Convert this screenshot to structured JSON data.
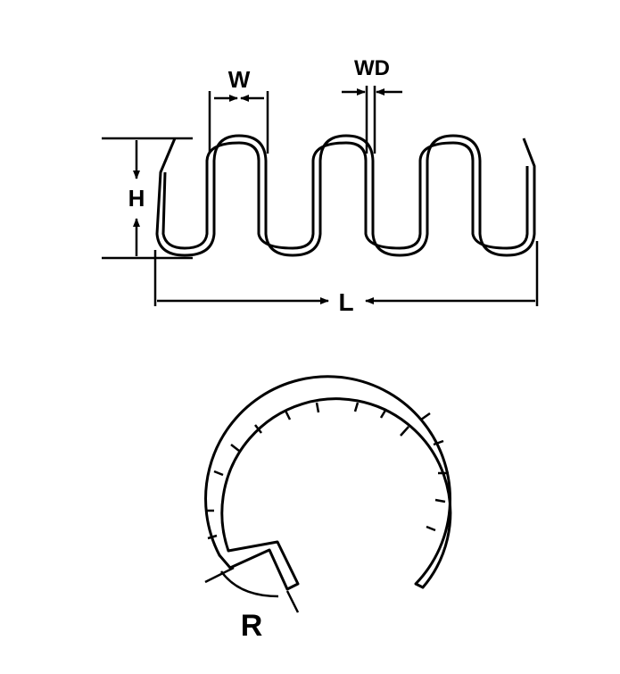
{
  "labels": {
    "width": "W",
    "wire_diameter": "WD",
    "height": "H",
    "length": "L",
    "radius": "R"
  },
  "colors": {
    "line": "#000000",
    "background": "#ffffff"
  }
}
